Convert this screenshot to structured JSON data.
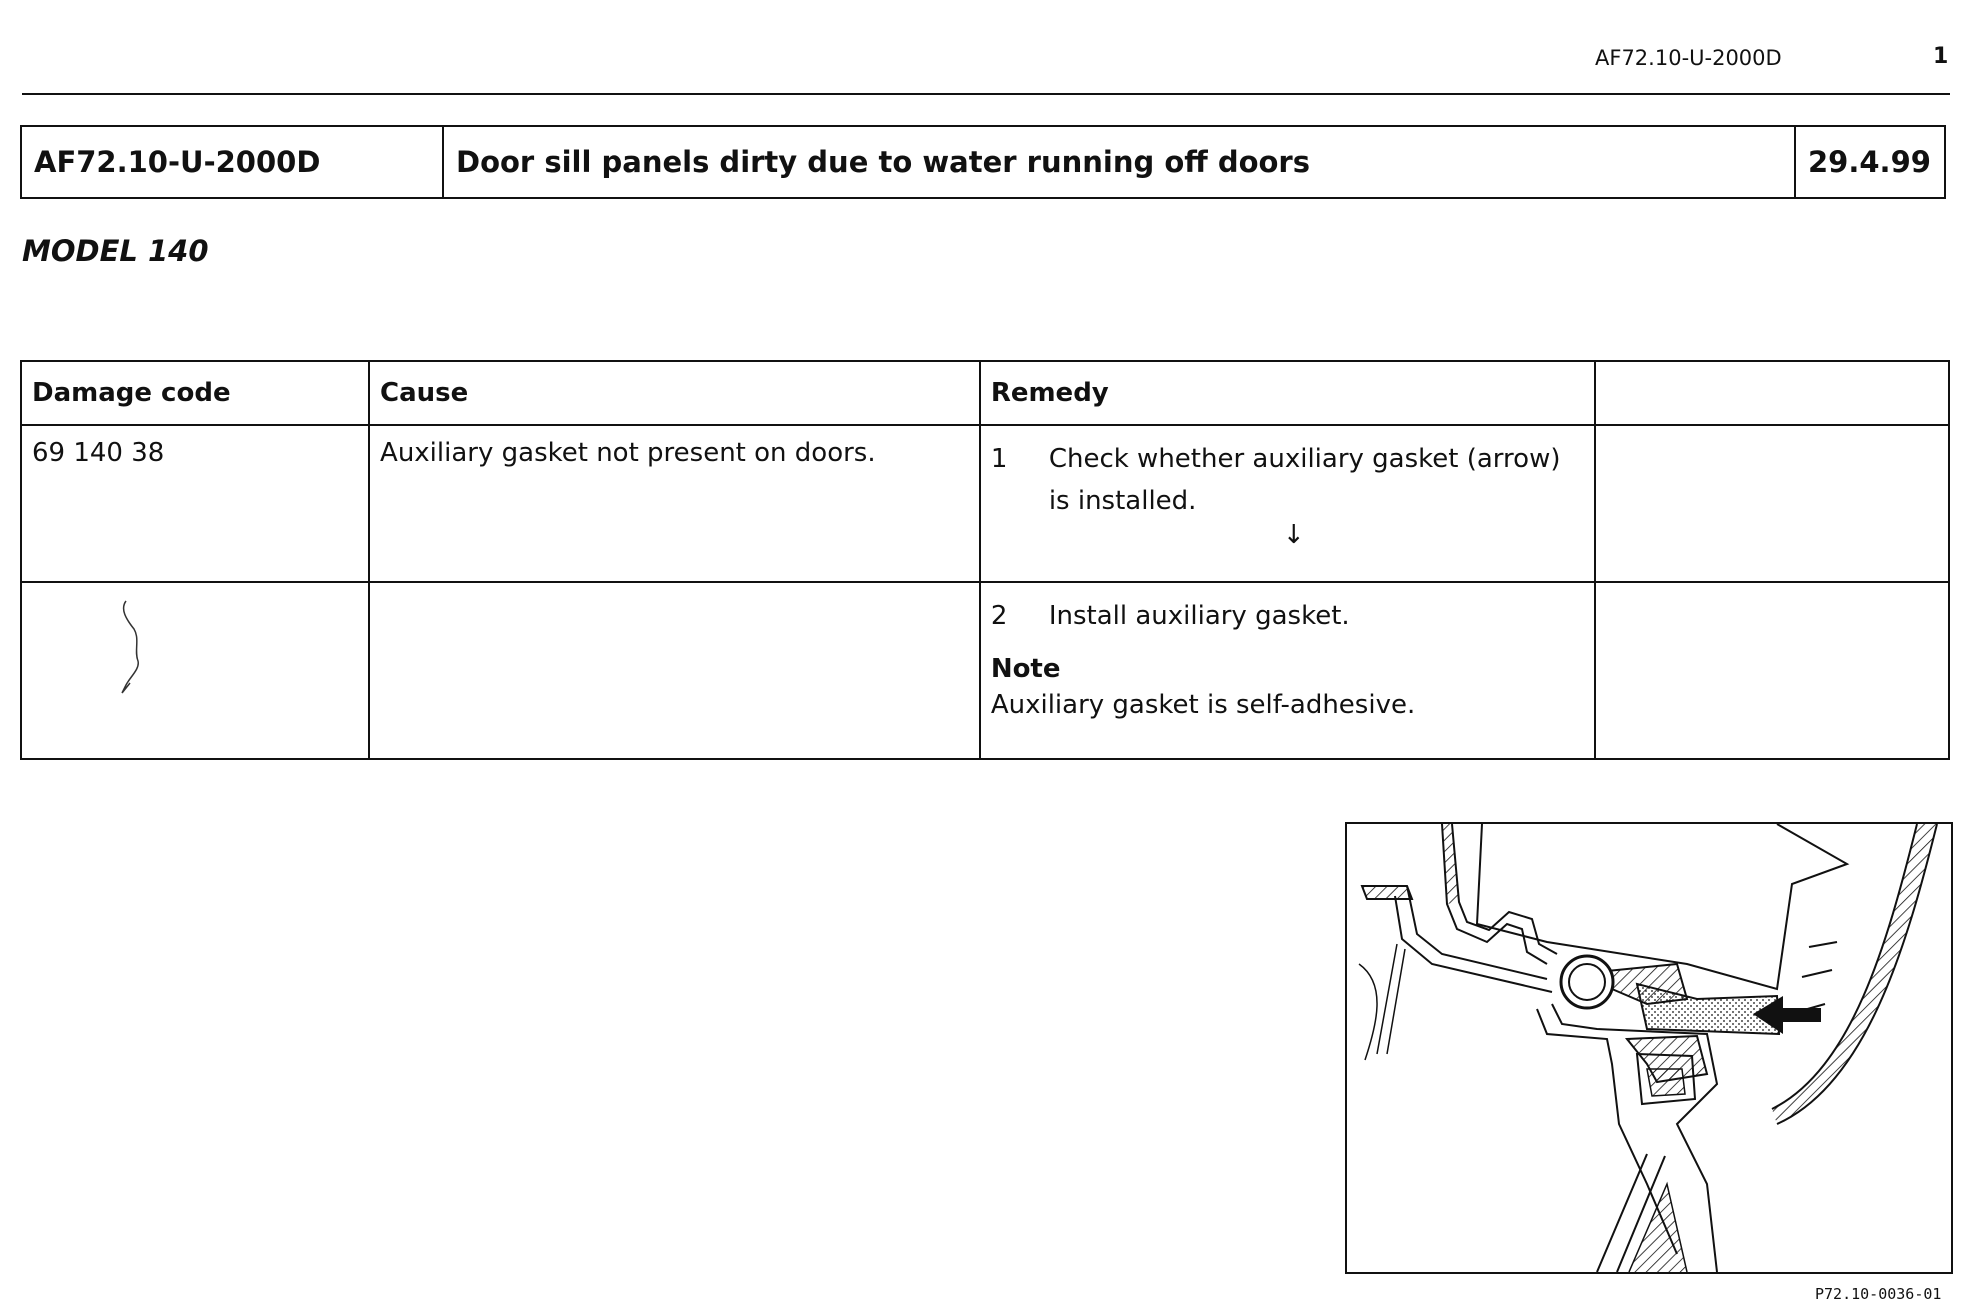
{
  "header": {
    "doc_code": "AF72.10-U-2000D",
    "page_number": "1"
  },
  "title_box": {
    "code": "AF72.10-U-2000D",
    "title": "Door sill panels dirty due to water running off doors",
    "date": "29.4.99"
  },
  "model": "MODEL 140",
  "table": {
    "headers": [
      "Damage code",
      "Cause",
      "Remedy",
      ""
    ],
    "rows": [
      {
        "damage_code": "69 140 38",
        "cause": "Auxiliary gasket not present on doors.",
        "step_number": "1",
        "step_text": "Check whether auxiliary gasket (arrow) is installed.",
        "arrow": "↓"
      },
      {
        "damage_code": "",
        "cause": "",
        "step_number": "2",
        "step_text": "Install auxiliary gasket.",
        "note_heading": "Note",
        "note_text": "Auxiliary gasket is self-adhesive."
      }
    ]
  },
  "figure": {
    "reference": "P72.10-0036-01"
  }
}
